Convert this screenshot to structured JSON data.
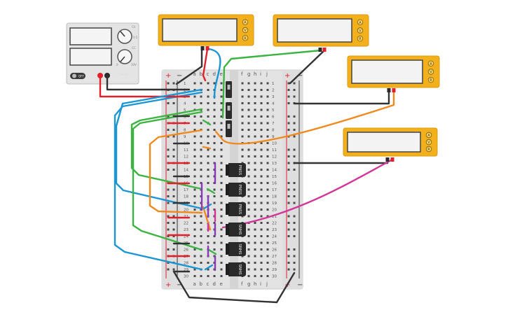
{
  "breadboard": {
    "columns_left": [
      "a",
      "b",
      "c",
      "d",
      "e"
    ],
    "columns_right": [
      "f",
      "g",
      "h",
      "i",
      "j"
    ],
    "rows": [
      "1",
      "2",
      "3",
      "4",
      "5",
      "6",
      "7",
      "8",
      "9",
      "10",
      "11",
      "12",
      "13",
      "14",
      "15",
      "16",
      "17",
      "18",
      "19",
      "20",
      "21",
      "22",
      "23",
      "24",
      "25",
      "26",
      "27",
      "28",
      "29",
      "30"
    ],
    "rail_plus": "+",
    "rail_minus": "−"
  },
  "power_supply": {
    "dial_top_labels": [
      "CV",
      "0.5",
      "CC"
    ],
    "dial_bottom_labels": [
      "0",
      "30V"
    ],
    "switch_label": "OFF"
  },
  "multimeter": {
    "buttons": [
      "A",
      "V",
      "R"
    ]
  },
  "transistors": [
    {
      "label": "PNSS"
    },
    {
      "label": "PNSS"
    },
    {
      "label": "PNSS"
    },
    {
      "label": "SNHS"
    },
    {
      "label": "SNHS"
    },
    {
      "label": "SNHS"
    }
  ],
  "colors": {
    "red": "#e0202a",
    "black": "#333333",
    "blue": "#1a96d4",
    "green": "#3cb442",
    "orange": "#f0891e",
    "magenta": "#d1369a",
    "purple": "#8a3ab9",
    "meter_body": "#f2b11c",
    "board": "#e6e6e6"
  }
}
